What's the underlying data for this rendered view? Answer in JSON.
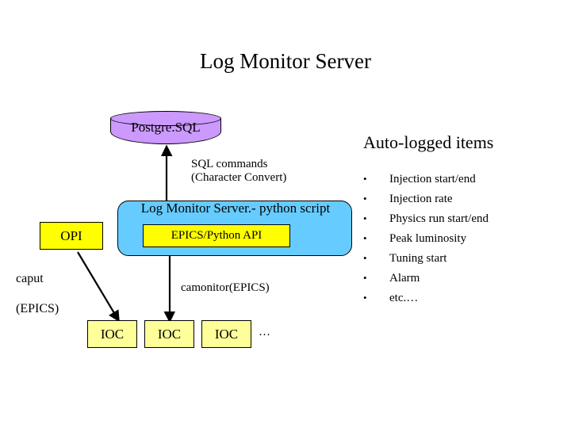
{
  "slide": {
    "title": "Log Monitor Server",
    "database": {
      "label": "Postgre.SQL"
    },
    "sql_note": {
      "line1": "SQL commands",
      "line2": "(Character Convert)"
    },
    "server_box": {
      "label": "Log Monitor Server.- python script"
    },
    "api_box": {
      "label": "EPICS/Python API"
    },
    "opi_box": {
      "label": "OPI"
    },
    "caput_label": "caput",
    "epics_label": "(EPICS)",
    "camonitor_label": "camonitor(EPICS)",
    "iocs": [
      {
        "label": "IOC"
      },
      {
        "label": "IOC"
      },
      {
        "label": "IOC"
      }
    ],
    "ioc_ellipsis": "…",
    "auto_logged": {
      "heading": "Auto-logged items",
      "bullet_char": "•",
      "items": [
        "Injection start/end",
        "Injection rate",
        "Physics run start/end",
        "Peak luminosity",
        "Tuning start",
        "Alarm",
        "etc.…"
      ]
    },
    "colors": {
      "database_fill": "#cc99ff",
      "server_fill": "#66ccff",
      "api_fill": "#ffff00",
      "opi_fill": "#ffff00",
      "ioc_fill": "#ffff99",
      "stroke": "#000000",
      "background": "#ffffff"
    }
  }
}
